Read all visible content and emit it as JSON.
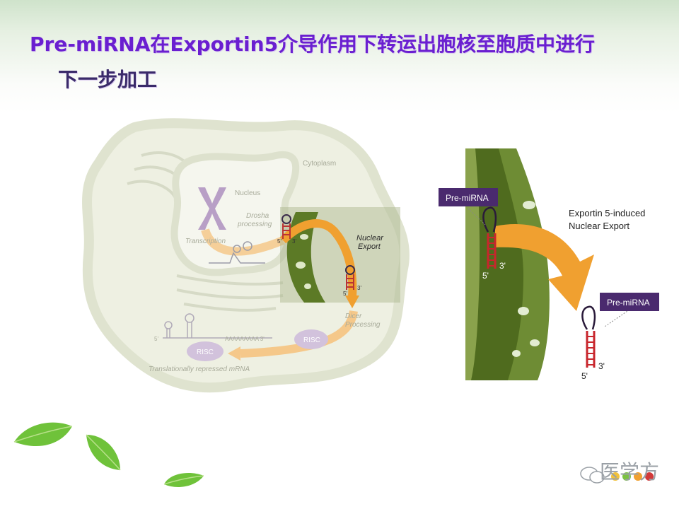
{
  "slide": {
    "title_line1": "Pre-miRNA在Exportin5介导作用下转运出胞核至胞质中进行",
    "title_line2": "下一步加工"
  },
  "left_diagram": {
    "cytoplasm": "Cytoplasm",
    "nucleus": "Nucleus",
    "drosha": "Drosha",
    "processing": "processing",
    "transcription": "Transcription",
    "nuclear": "Nuclear",
    "export": "Export",
    "dicer": "Dicer",
    "dicer_processing": "Processing",
    "risc1": "RISC",
    "risc2": "RISC",
    "repressed": "Translationally repressed mRNA",
    "five": "5'",
    "three": "3'",
    "poly_a": "AAAAAAAAA 3'"
  },
  "right_diagram": {
    "pre_mirna_top": "Pre-miRNA",
    "pre_mirna_bottom": "Pre-miRNA",
    "export_line1": "Exportin 5-induced",
    "export_line2": "Nuclear Export",
    "five": "5'",
    "three": "3'"
  },
  "watermark": {
    "text": "医学方"
  },
  "colors": {
    "title": "#6a1fd0",
    "membrane": "#5c7a26",
    "arrow": "#f0a030",
    "label_box": "#4a2a6e"
  }
}
